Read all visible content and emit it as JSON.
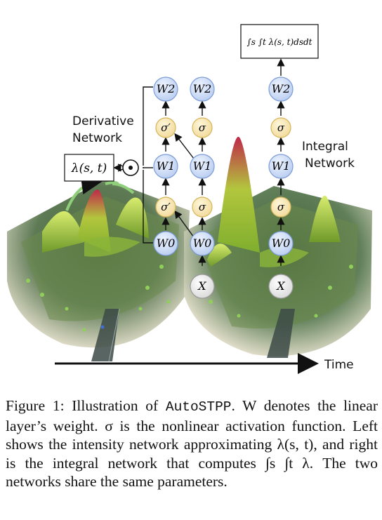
{
  "figure": {
    "labels": {
      "derivative_network": [
        "Derivative",
        "Network"
      ],
      "integral_network": [
        "Integral",
        "Network"
      ],
      "time_axis": "Time"
    },
    "nodes": {
      "W2": "W2",
      "W1": "W1",
      "W0": "W0",
      "X": "X",
      "sigma": "σ",
      "sigma_prime": "σ′",
      "dot": "⊙",
      "lambda_box": "λ(s, t)",
      "integral_box": "∫s ∫t λ(s, t)dsdt"
    }
  },
  "caption": {
    "figure_label": "Figure 1:",
    "text_1": "Illustration of",
    "method": "AutoSTPP",
    "text_2": ". W denotes the linear layer’s weight. σ is the nonlinear activation function. Left shows the intensity network approximating λ(s, t), and right is the integral network that computes ∫s ∫t λ. The two networks share the same parameters."
  }
}
